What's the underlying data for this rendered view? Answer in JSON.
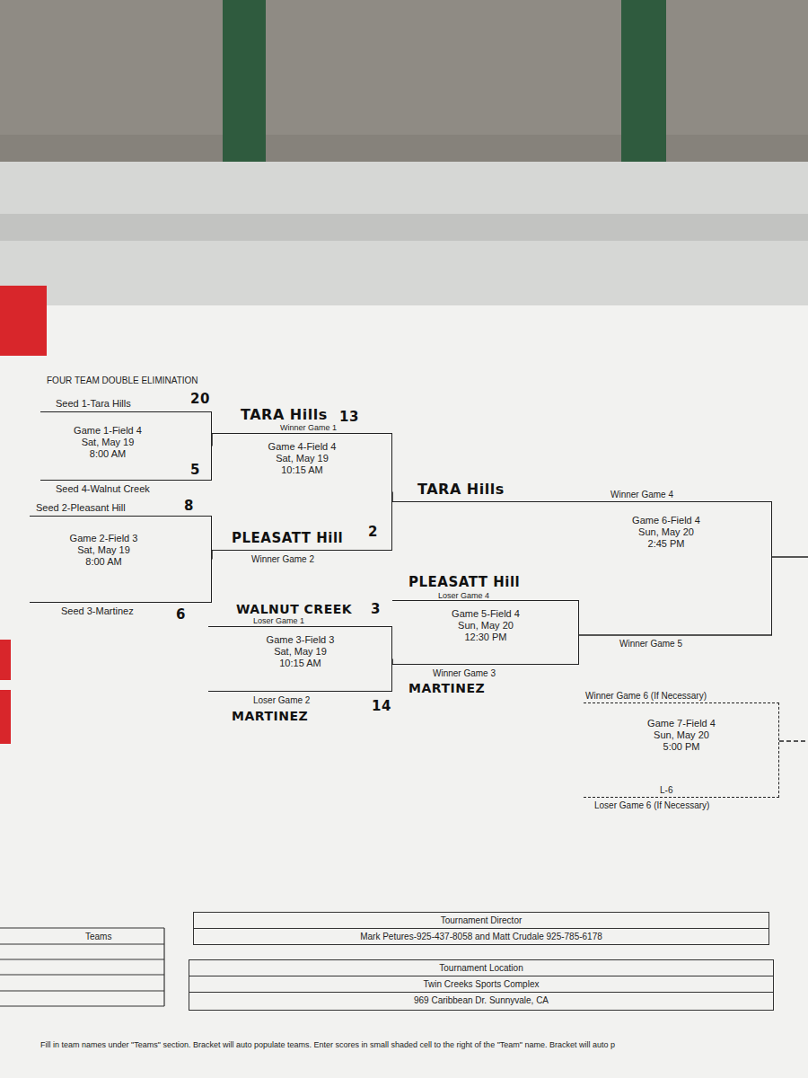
{
  "diagram": {
    "nodes": [
      {
        "text": [
          "Game 1-Field 4",
          "Sat, May 19",
          "8:00 AM"
        ]
      },
      {
        "text": [
          "Game 4-Field 4",
          "Sat, May 19",
          "10:15 AM"
        ]
      },
      {
        "text": [
          "Game 2-Field 3",
          "Sat, May 19",
          "8:00 AM"
        ]
      },
      {
        "text": [
          "Game 3-Field 3",
          "Sat, May 19",
          "10:15 AM"
        ]
      },
      {
        "text": [
          "Game 5-Field 4",
          "Sun, May 20",
          "12:30 PM"
        ]
      },
      {
        "text": [
          "Game 6-Field 4",
          "Sun, May 20",
          "2:45 PM"
        ]
      },
      {
        "text": [
          "Game 7-Field 4",
          "Sun, May 20",
          "5:00 PM"
        ]
      },
      {
        "text": [
          "Tournament Director",
          "Mark Petures-925-437-8058 and Matt Crudale 925-785-6178"
        ]
      },
      {
        "text": [
          "Tournament Location",
          "Twin Creeks Sports Complex",
          "969 Caribbean Dr. Sunnyvale, CA"
        ]
      }
    ],
    "edges": [
      {
        "from": 0,
        "to": 1,
        "arrow": "none"
      },
      {
        "from": 2,
        "to": 1,
        "arrow": "none"
      },
      {
        "from": 3,
        "to": 4,
        "arrow": "none"
      },
      {
        "from": 1,
        "to": 5,
        "arrow": "none"
      },
      {
        "from": 4,
        "to": 5,
        "arrow": "none"
      }
    ],
    "labels": [
      "FOUR TEAM DOUBLE ELIMINATION",
      "Seed 1-Tara Hills",
      "20",
      "5",
      "Seed 4-Walnut Creek",
      "Seed 2-Pleasant Hill",
      "8",
      "Seed 3-Martinez",
      "6",
      "TARA Hills",
      "13",
      "Winner Game 1",
      "PLEASATT Hill",
      "2",
      "Winner Game 2",
      "WALNUT CREEK",
      "3",
      "Loser Game 1",
      "Loser Game 2",
      "MARTINEZ",
      "14",
      "TARA Hills",
      "Winner Game 4",
      "PLEASATT Hill",
      "Loser Game 4",
      "Winner Game 3",
      "MARTINEZ",
      "Winner Game 5",
      "Winner Game 6 (If Necessary)",
      "L-6",
      "Loser Game 6 (If Necessary)",
      "Teams",
      "Fill in team names under \"Teams\" section.  Bracket will auto populate teams.  Enter scores in small shaded cell to the right of the \"Team\" name.  Bracket will auto p"
    ]
  }
}
